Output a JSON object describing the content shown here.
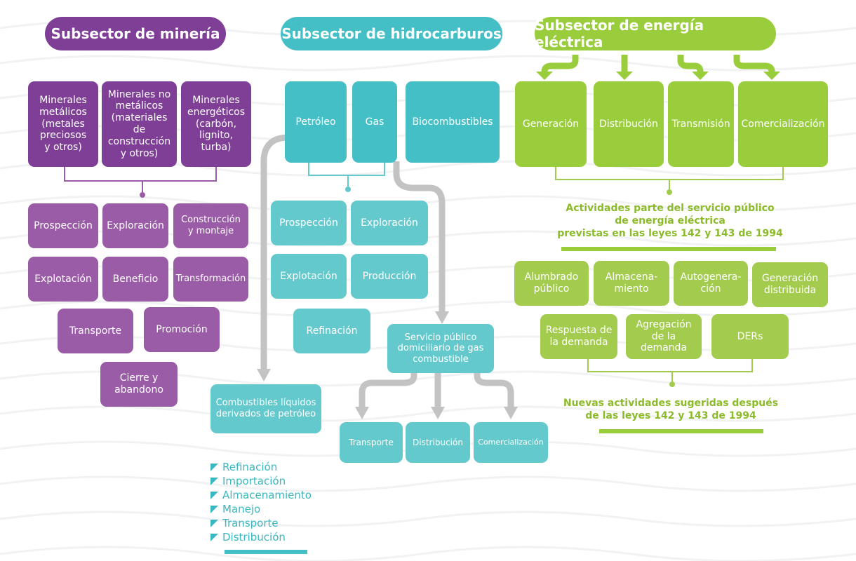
{
  "colors": {
    "mining": "#9a5ba7",
    "mining_dark": "#7f3f97",
    "hydro": "#64c9cc",
    "hydro_dark": "#44bfc6",
    "electric": "#a3cc4e",
    "electric_dark": "#9acd3c",
    "arrow_gray": "#c0c0c0"
  },
  "mining": {
    "header": "Subsector de minería",
    "types": [
      "Minerales\nmetálicos\n(metales\npreciosos\ny otros)",
      "Minerales no\nmetálicos\n(materiales\nde\nconstrucción\ny otros)",
      "Minerales\nenergéticos\n(carbón,\nlignito,\nturba)"
    ],
    "activities": [
      "Prospección",
      "Exploración",
      "Construcción\ny montaje",
      "Explotación",
      "Beneficio",
      "Transformación",
      "Transporte",
      "Promoción",
      "Cierre y\nabandono"
    ]
  },
  "hydro": {
    "header": "Subsector de hidrocarburos",
    "types": [
      "Petróleo",
      "Gas",
      "Biocombustibles"
    ],
    "activities": [
      "Prospección",
      "Exploración",
      "Explotación",
      "Producción",
      "Refinación"
    ],
    "gas_service": "Servicio público\ndomiciliario de gas\ncombustible",
    "gas_service_branches": [
      "Transporte",
      "Distribución",
      "Comercialización"
    ],
    "liquid_fuels": "Combustibles líquidos\nderivados de petróleo",
    "liquid_fuels_list": [
      "Refinación",
      "Importación",
      "Almacenamiento",
      "Manejo",
      "Transporte",
      "Distribución"
    ]
  },
  "electric": {
    "header": "Subsector de energía eléctrica",
    "activities": [
      "Generación",
      "Distribución",
      "Transmisión",
      "Comercialización"
    ],
    "caption_existing": "Actividades parte del servicio público\nde energía eléctrica\nprevistas en las leyes 142 y 143 de 1994",
    "new_activities": [
      "Alumbrado\npúblico",
      "Almacena-\nmiento",
      "Autogenera-\nción",
      "Generación\ndistribuida",
      "Respuesta de\nla demanda",
      "Agregación\nde la\ndemanda",
      "DERs"
    ],
    "caption_new": "Nuevas actividades sugeridas después\nde las leyes 142 y 143 de 1994"
  }
}
